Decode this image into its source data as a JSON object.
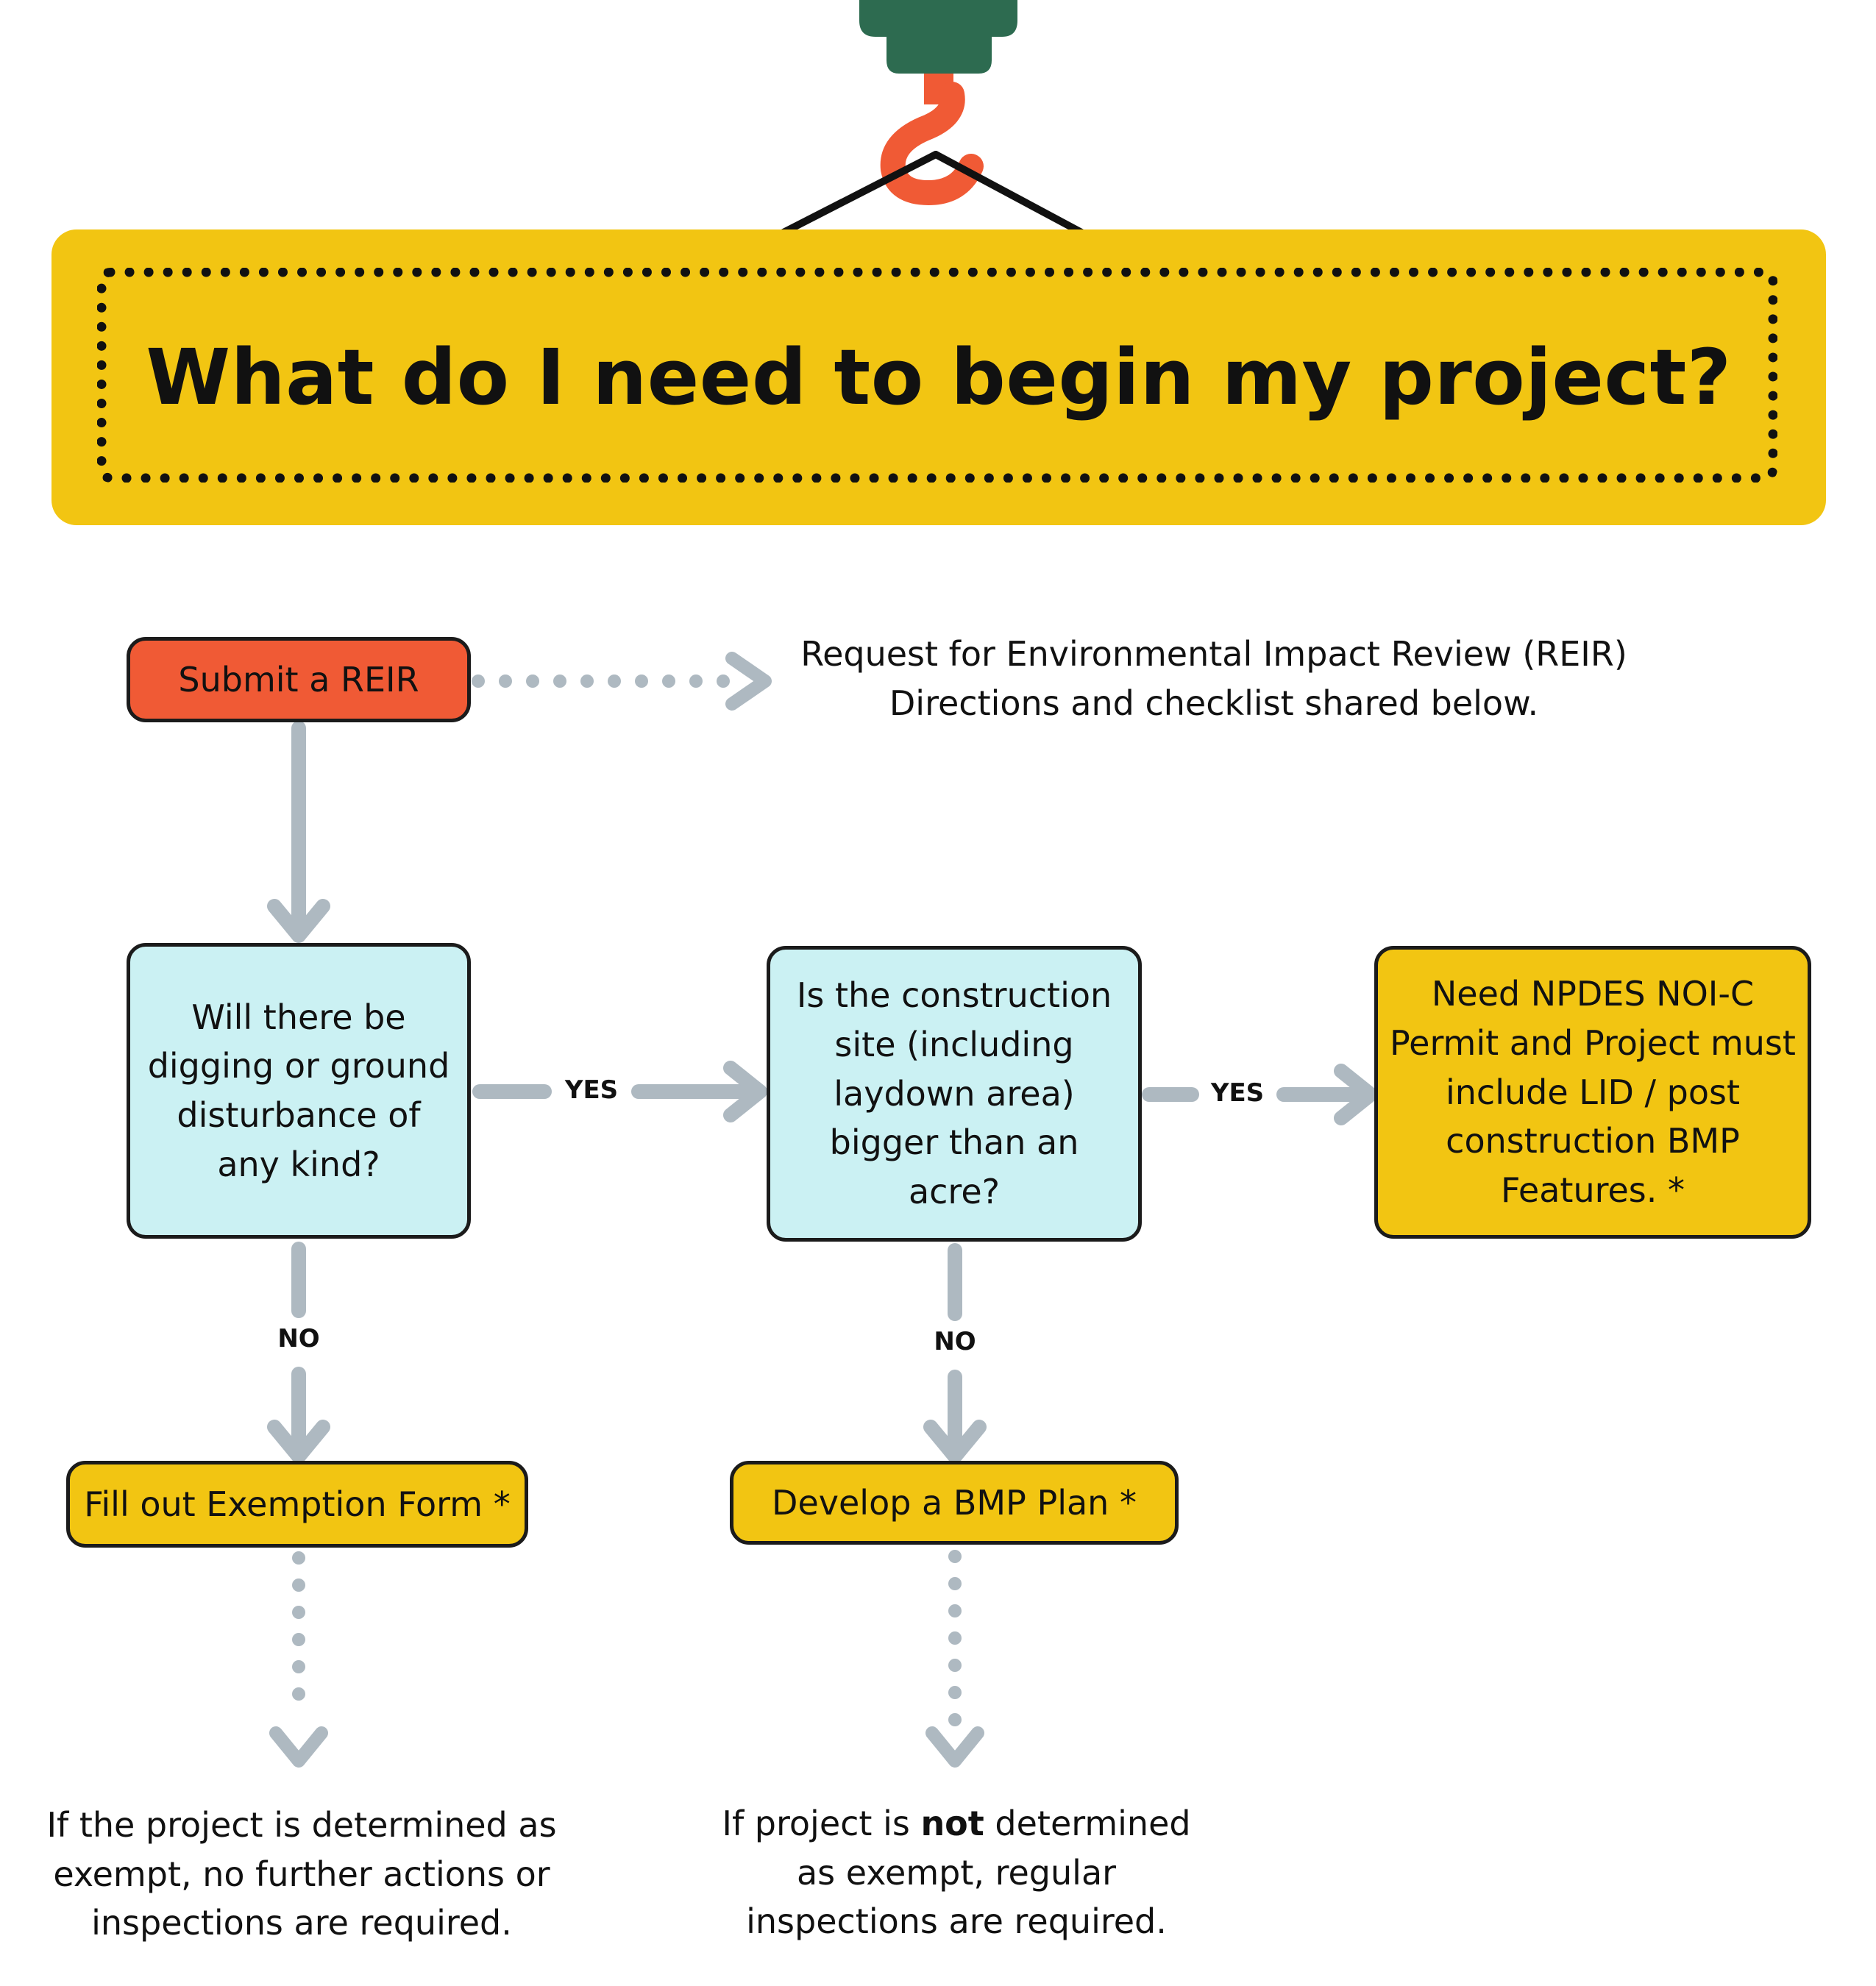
{
  "title": "What do I need to begin my project?",
  "nodes": {
    "submit_reir": "Submit a REIR",
    "digging_question": "Will there be digging or ground disturbance of any kind?",
    "acre_question": "Is the construction site (including laydown area) bigger than an acre?",
    "npdes_result": "Need NPDES NOI-C Permit and Project must include LID / post construction BMP Features. *",
    "exemption_form": "Fill out Exemption Form *",
    "bmp_plan": "Develop a BMP Plan *"
  },
  "notes": {
    "reir_line1": "Request for Environmental Impact Review (REIR)",
    "reir_line2": "Directions and checklist shared below.",
    "exempt_result": "If the project is determined as exempt, no further actions or inspections are required.",
    "not_exempt_prefix": "If project is ",
    "not_exempt_bold": "not",
    "not_exempt_suffix": " determined as exempt, regular inspections are required."
  },
  "edge_labels": {
    "yes_1": "YES",
    "yes_2": "YES",
    "no_1": "NO",
    "no_2": "NO"
  },
  "colors": {
    "banner": "#F2C512",
    "submit_box": "#F05A35",
    "question_box": "#CBF1F3",
    "result_box": "#F2C512",
    "arrow": "#AEB9C1",
    "crane_block": "#2D6B50",
    "hook": "#F05A35"
  },
  "icons": [
    "crane-hook-icon"
  ]
}
